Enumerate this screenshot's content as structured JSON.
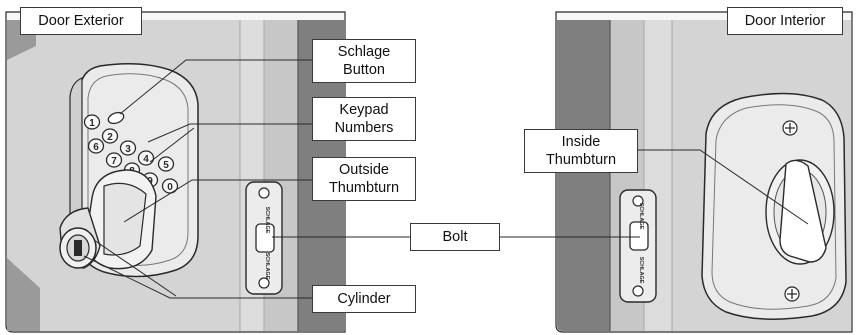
{
  "panels": {
    "exterior_title": "Door Exterior",
    "interior_title": "Door Interior"
  },
  "callouts": {
    "schlage_button": [
      "Schlage",
      "Button"
    ],
    "keypad_numbers": [
      "Keypad",
      "Numbers"
    ],
    "outside_thumbturn": [
      "Outside",
      "Thumbturn"
    ],
    "inside_thumbturn": [
      "Inside",
      "Thumbturn"
    ],
    "bolt": "Bolt",
    "cylinder": "Cylinder"
  },
  "keypad_keys": [
    "1",
    "2",
    "3",
    "4",
    "5",
    "6",
    "7",
    "8",
    "9",
    "0"
  ],
  "strike_plate_text": [
    "SCHLAGE",
    "SCHLAGE"
  ],
  "colors": {
    "door_face": "#d4d4d4",
    "door_edge": "#7f7f7f",
    "frame": "#bdbdbd",
    "hardware": "#ececec",
    "line": "#2a2a2a"
  }
}
